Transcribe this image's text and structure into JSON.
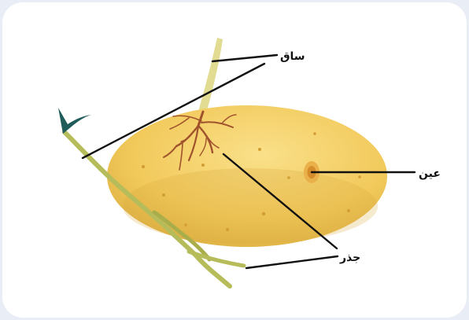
{
  "diagram": {
    "labels": {
      "stem": "ساق",
      "eye": "عين",
      "root": "جذر"
    }
  },
  "colors": {
    "background": "#e9edf5",
    "card": "#ffffff",
    "potato": "#f3cd63",
    "potato_shadow": "#d8a93c",
    "eye": "#e1a23c",
    "root": "#a0522d",
    "stem": "#b7bc5a",
    "sprout_pale": "#e1dc91",
    "leaf_tip": "#1f5c5a",
    "leader_line": "#111111"
  }
}
